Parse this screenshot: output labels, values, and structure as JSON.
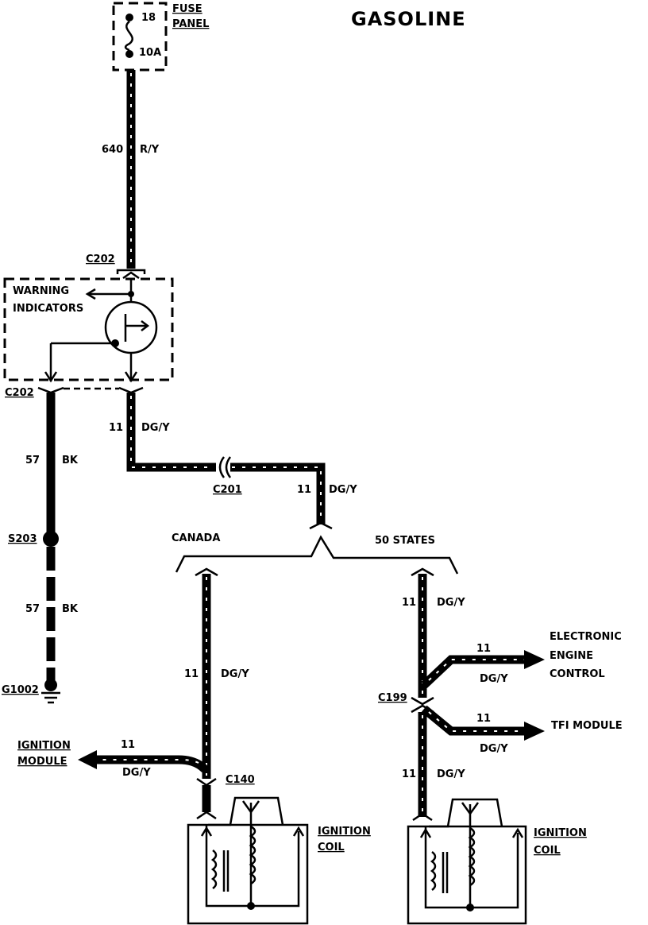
{
  "title": "GASOLINE",
  "fuse": {
    "label_line1": "FUSE",
    "label_line2": "PANEL",
    "number": "18",
    "rating": "10A"
  },
  "wires": {
    "w640": {
      "circuit": "640",
      "color": "R/Y"
    },
    "w11_top": {
      "circuit": "11",
      "color": "DG/Y"
    },
    "w11_split": {
      "circuit": "11",
      "color": "DG/Y"
    },
    "w57_upper": {
      "circuit": "57",
      "color": "BK"
    },
    "w57_lower": {
      "circuit": "57",
      "color": "BK"
    },
    "w11_canada": {
      "circuit": "11",
      "color": "DG/Y"
    },
    "w11_ign_module": {
      "circuit": "11",
      "color": "DG/Y"
    },
    "w11_50_upper": {
      "circuit": "11",
      "color": "DG/Y"
    },
    "w11_eec": {
      "circuit": "11",
      "color": "DG/Y"
    },
    "w11_tfi": {
      "circuit": "11",
      "color": "DG/Y"
    },
    "w11_50_lower": {
      "circuit": "11",
      "color": "DG/Y"
    }
  },
  "connectors": {
    "c202_top": "C202",
    "c202_bottom": "C202",
    "c201": "C201",
    "c199": "C199",
    "c140": "C140",
    "s203": "S203",
    "g1002": "G1002"
  },
  "warning_indicators": {
    "line1": "WARNING",
    "line2": "INDICATORS"
  },
  "branches": {
    "canada": "CANADA",
    "states": "50 STATES"
  },
  "destinations": {
    "ignition_module_line1": "IGNITION",
    "ignition_module_line2": "MODULE",
    "eec_line1": "ELECTRONIC",
    "eec_line2": "ENGINE",
    "eec_line3": "CONTROL",
    "tfi": "TFI MODULE"
  },
  "coils": {
    "left_line1": "IGNITION",
    "left_line2": "COIL",
    "right_line1": "IGNITION",
    "right_line2": "COIL"
  }
}
